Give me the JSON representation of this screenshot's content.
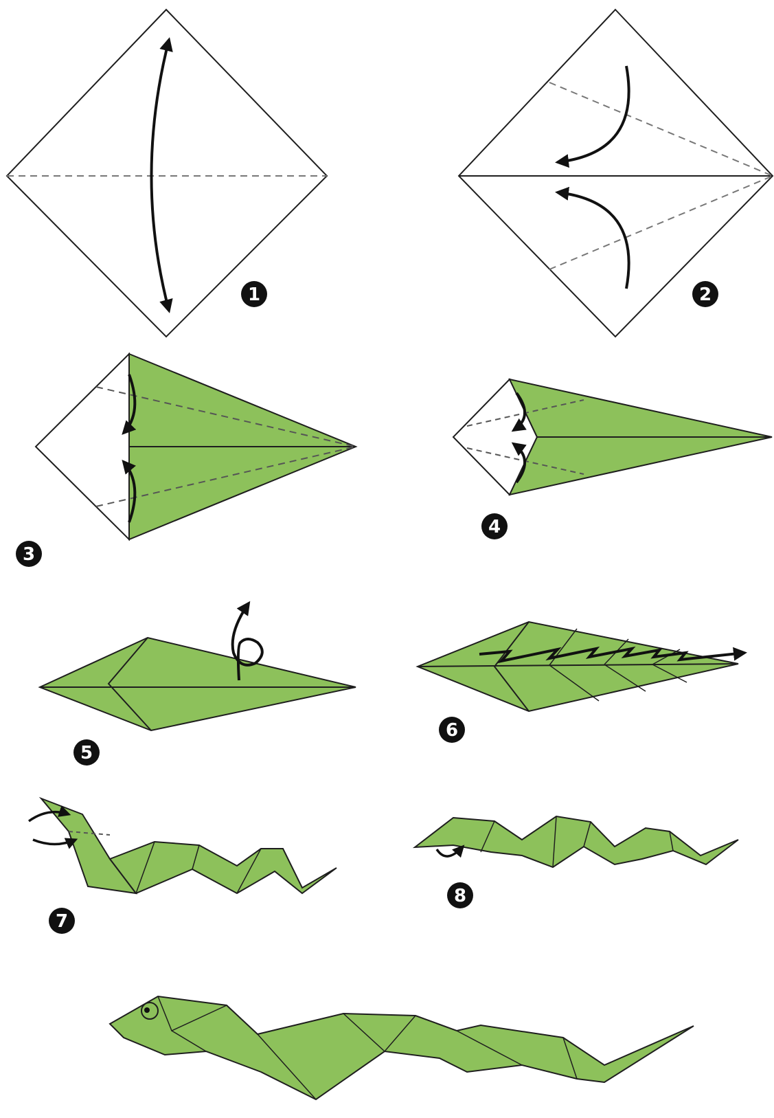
{
  "steps": [
    {
      "label": "1"
    },
    {
      "label": "2"
    },
    {
      "label": "3"
    },
    {
      "label": "4"
    },
    {
      "label": "5"
    },
    {
      "label": "6"
    },
    {
      "label": "7"
    },
    {
      "label": "8"
    }
  ],
  "colors": {
    "paper_green": "#8dc15b",
    "paper_white": "#ffffff",
    "line": "#1e1e1e",
    "crease": "#777777",
    "badge": "#111111"
  }
}
